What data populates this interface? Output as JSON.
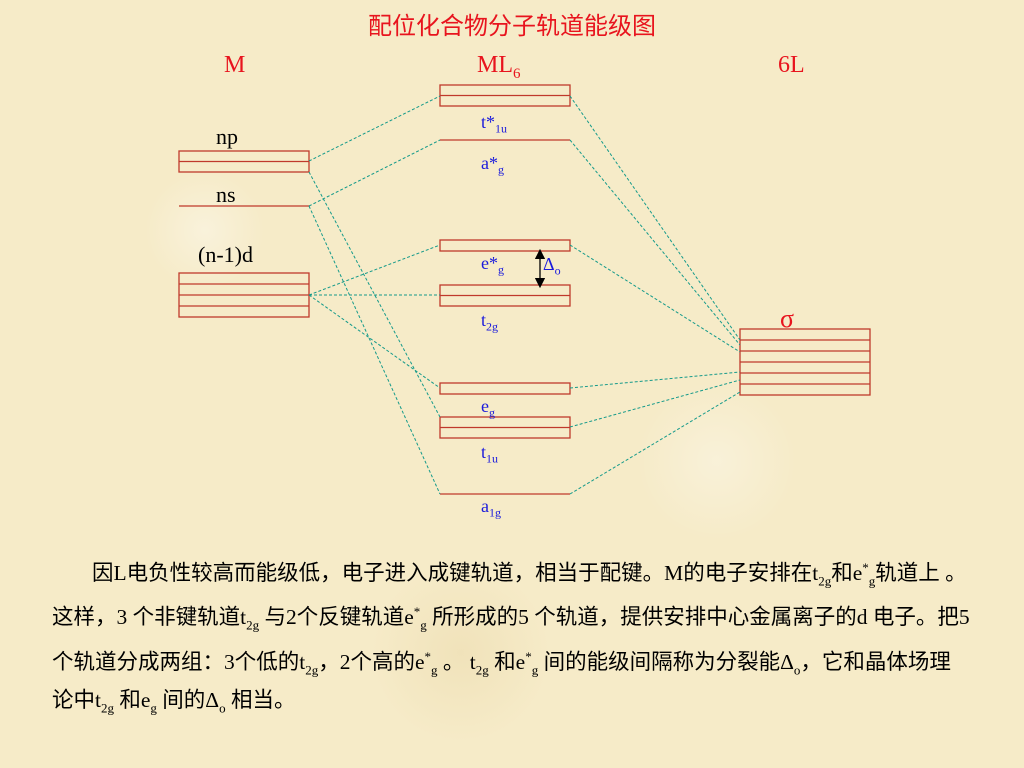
{
  "title": "配位化合物分子轨道能级图",
  "headers": {
    "m": "M",
    "ml_base": "ML",
    "ml_sub": "6",
    "l": "6L"
  },
  "metal_labels": {
    "np": "np",
    "ns": "ns",
    "d": "(n-1)d"
  },
  "mo_labels": {
    "t1u_star": {
      "base": "t*",
      "sub": "1u"
    },
    "a1g_star": {
      "base": "a*",
      "sub": "g"
    },
    "eg_star": {
      "base": "e*",
      "sub": "g"
    },
    "t2g": {
      "base": "t",
      "sub": "2g"
    },
    "eg": {
      "base": "e",
      "sub": "g"
    },
    "t1u": {
      "base": "t",
      "sub": "1u"
    },
    "a1g": {
      "base": "a",
      "sub": "1g"
    }
  },
  "delta": {
    "base": "Δ",
    "sub": "o"
  },
  "sigma": "σ",
  "colors": {
    "title": "#e8141e",
    "line": "#c0392b",
    "dash": "#159a8a",
    "label_blue": "#1a1adc"
  },
  "paragraph": {
    "s1": "因L电负性较高而能级低，电子进入成键轨道，相当于配键。M的电子安排在t",
    "s1_sub": "2g",
    "s2": "和e",
    "s2_sup": "*",
    "s2_sub": "g",
    "s3": "轨道上 。这样，3 个非键轨道t",
    "s3_sub": "2g",
    "s4": " 与2个反键轨道e",
    "s4_sup": "*",
    "s4_sub": "g",
    "s5": " 所形成的5 个轨道，提供安排中心金属离子的d 电子。把5 个轨道分成两组：3个低的t",
    "s5_sub": "2g",
    "s6": "，2个高的e",
    "s6_sup": "*",
    "s6_sub": "g",
    "s7": " 。 t",
    "s7_sub": "2g",
    "s8": " 和e",
    "s8_sup": "*",
    "s8_sub": "g",
    "s9": " 间的能级间隔称为分裂能Δ",
    "s9_sub": "o",
    "s10": "，它和晶体场理论中t",
    "s10_sub": "2g",
    "s11": " 和e",
    "s11_sub": "g",
    "s12": " 间的Δ",
    "s12_sub": "o",
    "s13": " 相当。"
  }
}
